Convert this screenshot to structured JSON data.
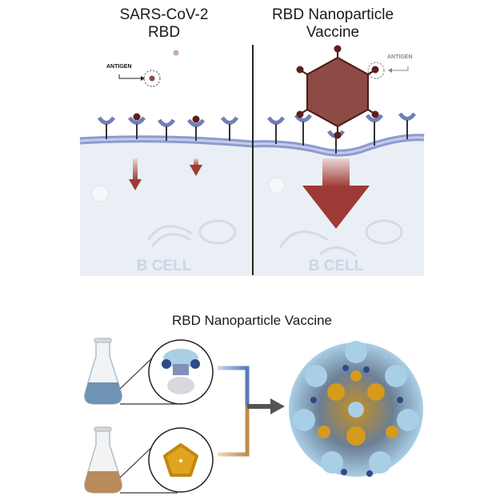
{
  "top_panel": {
    "left_title_line1": "SARS-CoV-2",
    "left_title_line2": "RBD",
    "right_title_line1": "RBD Nanoparticle",
    "right_title_line2": "Vaccine",
    "left_antigen_label": "ANTIGEN",
    "right_antigen_label": "ANTIGEN",
    "left_cell_label": "B CELL",
    "right_cell_label": "B CELL"
  },
  "bottom_panel": {
    "title": "RBD Nanoparticle Vaccine"
  },
  "colors": {
    "antigen": "#6b2a25",
    "hexagon": "#8e4a44",
    "receptor": "#6f7fb8",
    "membrane": "#9aa6d6",
    "cell": "#eaeff5",
    "blue_flask": "#6f93b3",
    "orange_flask": "#b98a5a",
    "yellow_protein": "#e0a520",
    "light_blue_protein": "#a9cfe6"
  }
}
